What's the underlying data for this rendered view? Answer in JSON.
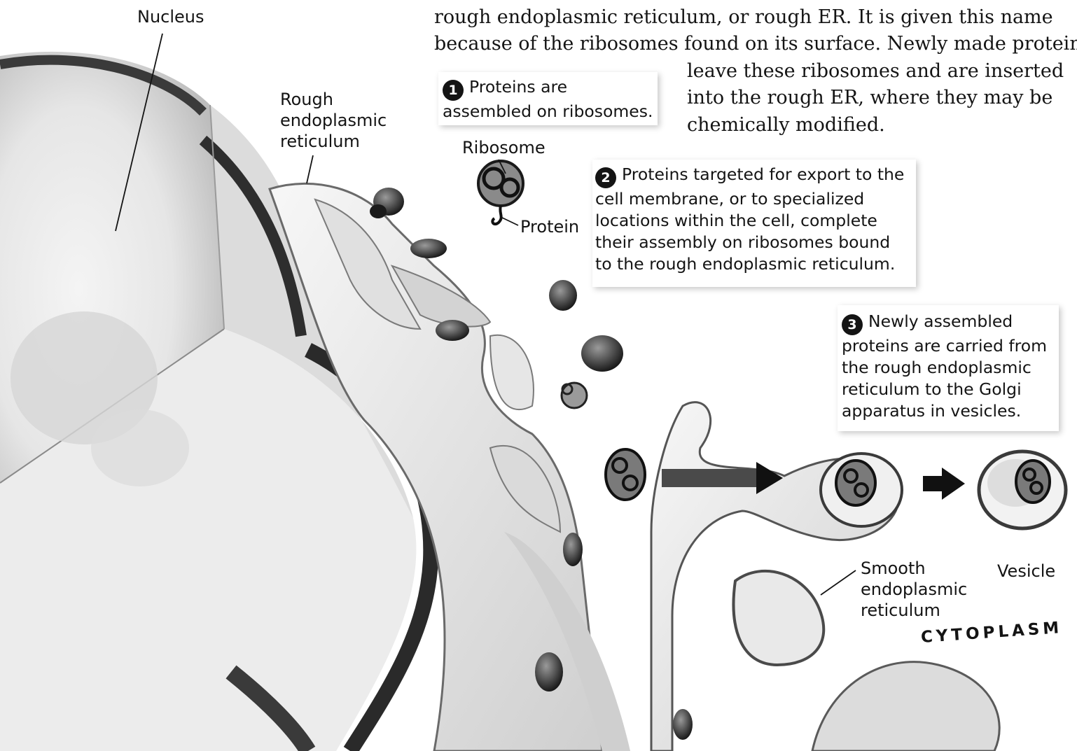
{
  "body_text": [
    "rough endoplasmic reticulum, or rough ER. It is given this name",
    "because of the ribosomes found on its surface. Newly made proteins",
    "leave these ribosomes and are inserted",
    "into the rough ER, where they may be",
    "chemically modified."
  ],
  "labels": {
    "nucleus": "Nucleus",
    "rough_er": "Rough\nendoplasmic\nreticulum",
    "ribosome": "Ribosome",
    "protein": "Protein",
    "smooth_er": "Smooth\nendoplasmic\nreticulum",
    "vesicle": "Vesicle",
    "cytoplasm": "CYTOPLASM"
  },
  "callouts": [
    {
      "number": "1",
      "text": "Proteins are\nassembled on ribosomes."
    },
    {
      "number": "2",
      "text": "Proteins targeted for export to the\ncell membrane, or to specialized\nlocations within the cell, complete\ntheir assembly on ribosomes bound\nto the rough endoplasmic reticulum."
    },
    {
      "number": "3",
      "text": "Newly assembled\nproteins are carried from\nthe rough endoplasmic\nreticulum to the Golgi\napparatus in vesicles."
    }
  ],
  "colors": {
    "ink": "#141414",
    "membrane": "#5a5a5a",
    "shade": "#d9d9d9"
  }
}
